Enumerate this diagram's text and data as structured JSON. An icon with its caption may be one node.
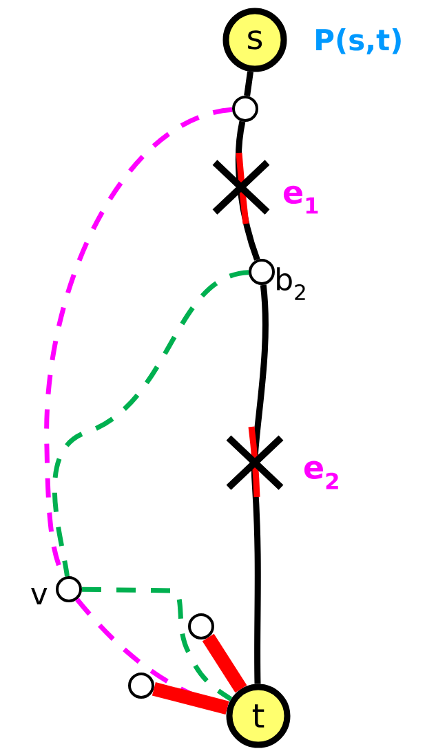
{
  "diagram": {
    "nodes": [
      {
        "text": [
          "s"
        ]
      },
      {
        "text": [],
        "shape": "circle"
      },
      {
        "text": [],
        "shape": "circle",
        "beside": [
          "b$_{2}$"
        ]
      },
      {
        "text": [],
        "shape": "circle",
        "beside": [
          "v"
        ]
      },
      {
        "text": [],
        "shape": "circle"
      },
      {
        "text": [],
        "shape": "circle"
      },
      {
        "text": [
          "t"
        ]
      }
    ],
    "edges": [
      {
        "from": 0,
        "to": 1,
        "arrow": "none"
      },
      {
        "from": 1,
        "to": 2,
        "arrow": "none",
        "label": "e$_{1}$"
      },
      {
        "from": 2,
        "to": 6,
        "arrow": "none",
        "label": "e$_{2}$"
      },
      {
        "from": 1,
        "to": 3,
        "arrow": "none",
        "style": "dashed",
        "color": "#ff00ff"
      },
      {
        "from": 2,
        "to": 3,
        "arrow": "none",
        "style": "dashed",
        "color": "#00b050"
      },
      {
        "from": 3,
        "to": 6,
        "arrow": "none",
        "style": "dashed",
        "color": "#ff00ff"
      },
      {
        "from": 3,
        "to": 6,
        "arrow": "none",
        "style": "dashed",
        "color": "#00b050"
      },
      {
        "from": 4,
        "to": 6,
        "arrow": "none",
        "style": "thick",
        "color": "#ff0000"
      },
      {
        "from": 5,
        "to": 6,
        "arrow": "none",
        "style": "thick",
        "color": "#ff0000"
      }
    ],
    "labels": [
      "P(s,t)"
    ]
  }
}
